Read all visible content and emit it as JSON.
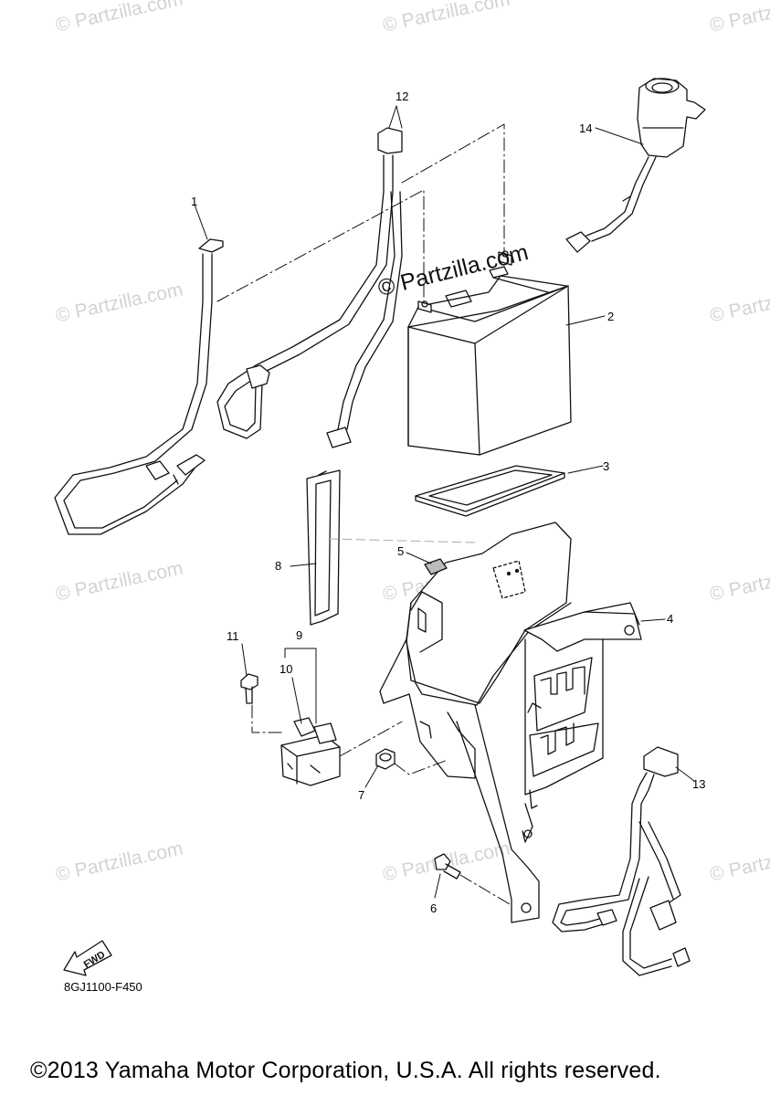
{
  "watermark": "© Partzilla.com",
  "watermark_center": "© Partzilla.com",
  "fwd_label": "FWD",
  "reference_code": "8GJ1100-F450",
  "copyright": "©2013 Yamaha Motor Corporation, U.S.A. All rights reserved.",
  "callouts": [
    {
      "id": "1",
      "label": "1"
    },
    {
      "id": "2",
      "label": "2"
    },
    {
      "id": "3",
      "label": "3"
    },
    {
      "id": "4",
      "label": "4"
    },
    {
      "id": "5",
      "label": "5"
    },
    {
      "id": "6",
      "label": "6"
    },
    {
      "id": "7",
      "label": "7"
    },
    {
      "id": "8",
      "label": "8"
    },
    {
      "id": "9",
      "label": "9"
    },
    {
      "id": "10",
      "label": "10"
    },
    {
      "id": "11",
      "label": "11"
    },
    {
      "id": "12",
      "label": "12"
    },
    {
      "id": "13",
      "label": "13"
    },
    {
      "id": "14",
      "label": "14"
    }
  ]
}
